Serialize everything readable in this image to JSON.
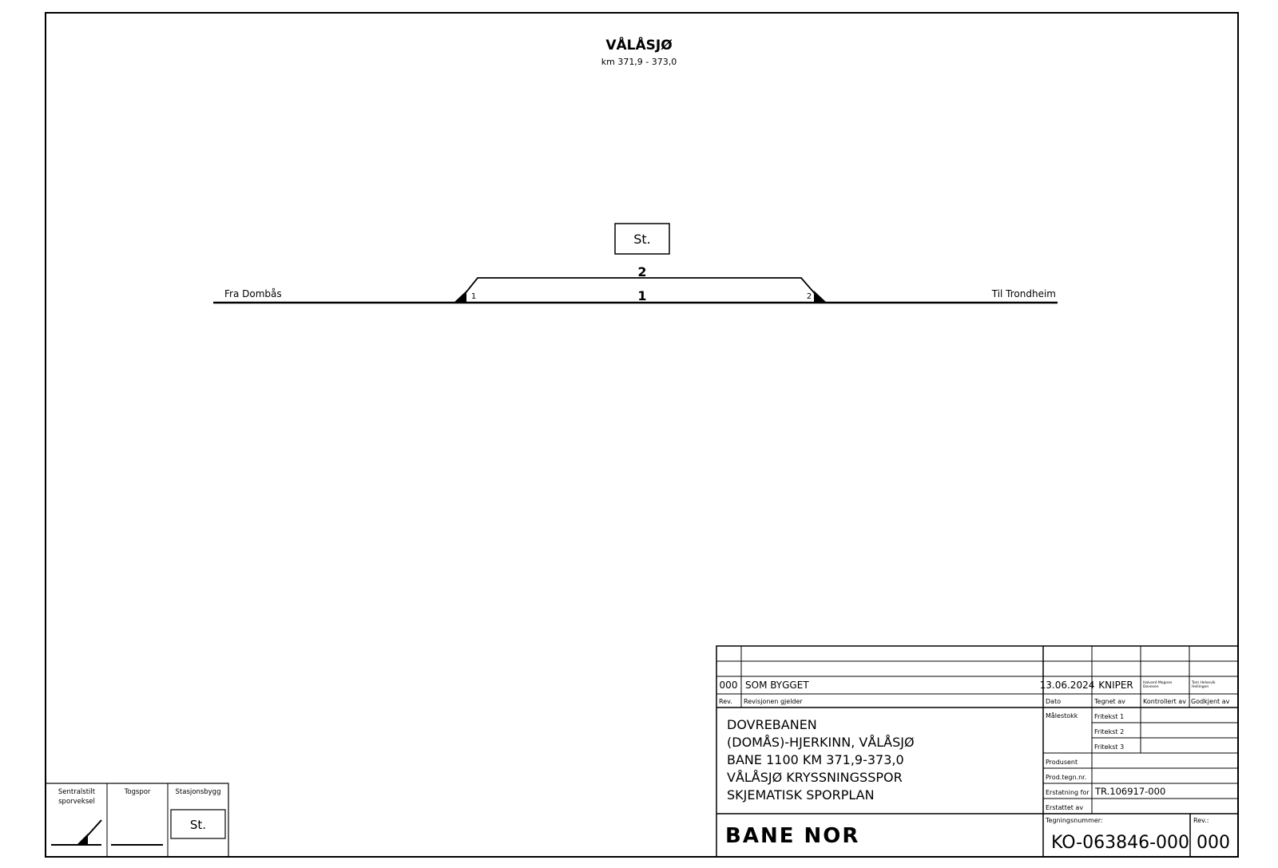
{
  "header": {
    "title": "VÅLÅSJØ",
    "subtitle": "km 371,9 - 373,0"
  },
  "track_plan": {
    "station_box_label": "St.",
    "track_2_label": "2",
    "track_1_label": "1",
    "switch_left_label": "1",
    "switch_right_label": "2",
    "left_direction": "Fra Dombås",
    "right_direction": "Til  Trondheim"
  },
  "legend": {
    "items": [
      {
        "label_line1": "Sentralstilt",
        "label_line2": "sporveksel",
        "symbol": "switch-symbol"
      },
      {
        "label_line1": "Togspor",
        "label_line2": "",
        "symbol": "track-symbol"
      },
      {
        "label_line1": "Stasjonsbygg",
        "label_line2": "",
        "symbol": "station-symbol",
        "symbol_text": "St."
      }
    ]
  },
  "title_block": {
    "revision_row": {
      "rev": "000",
      "description": "SOM BYGGET",
      "date": "13.06.2024",
      "drawn_by": "KNIPER",
      "checked_by": "Halvard Mognes\nDovesen",
      "approved_by": "Tom Helsevik\nHellingen"
    },
    "revision_headers": {
      "rev": "Rev.",
      "description": "Revisjonen gjelder",
      "date": "Dato",
      "drawn_by": "Tegnet av",
      "checked_by": "Kontrollert av",
      "approved_by": "Godkjent av"
    },
    "main_title_lines": [
      "DOVREBANEN",
      "(DOMÅS)-HJERKINN, VÅLÅSJØ",
      "BANE 1100 KM 371,9-373,0",
      "VÅLÅSJØ KRYSSNINGSSPOR",
      "SKJEMATISK SPORPLAN"
    ],
    "fields": {
      "malestokk": "Målestokk",
      "fritekst1": "Fritekst 1",
      "fritekst2": "Fritekst 2",
      "fritekst3": "Fritekst 3",
      "produsent": "Produsent",
      "prod_tegn_nr": "Prod.tegn.nr.",
      "erstatning_for": "Erstatning for",
      "erstatning_for_value": "TR.106917-000",
      "erstattet_av": "Erstattet av",
      "tegningsnummer": "Tegningsnummer:",
      "tegningsnummer_value": "KO-063846-000",
      "rev_label": "Rev.:",
      "rev_value": "000"
    },
    "logo_text": "BANE NOR",
    "brand_color": "#1a2a4f"
  }
}
